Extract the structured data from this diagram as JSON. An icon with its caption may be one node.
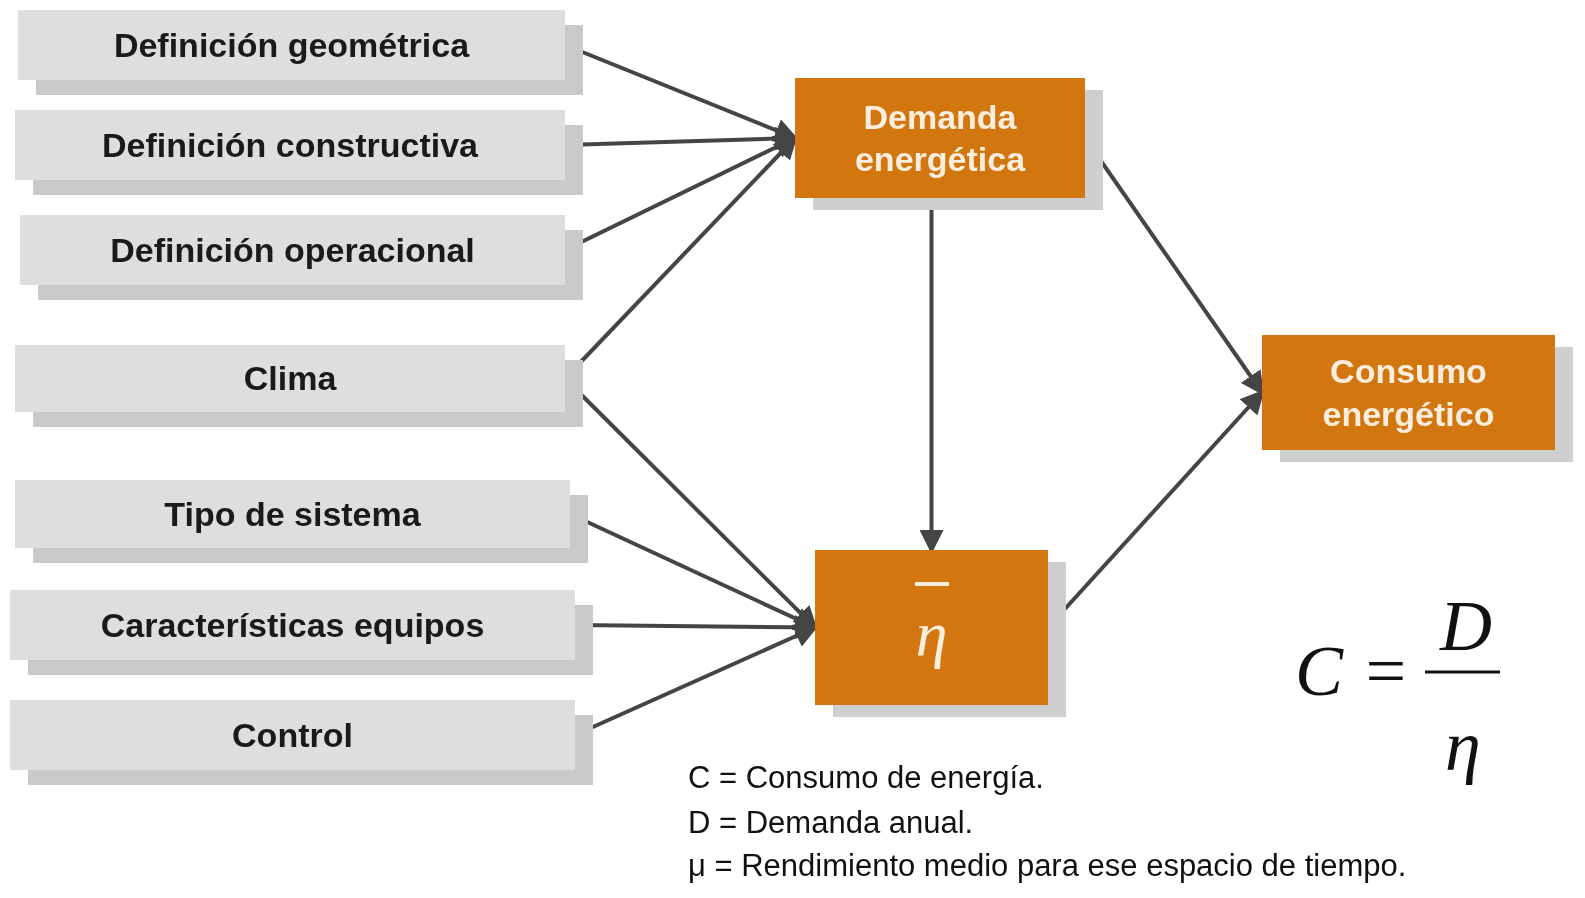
{
  "diagram": {
    "nodes": [
      {
        "text": [
          "Definición geométrica"
        ]
      },
      {
        "text": [
          "Definición constructiva"
        ]
      },
      {
        "text": [
          "Definición operacional"
        ]
      },
      {
        "text": [
          "Clima"
        ]
      },
      {
        "text": [
          "Tipo de sistema"
        ]
      },
      {
        "text": [
          "Características equipos"
        ]
      },
      {
        "text": [
          "Control"
        ]
      },
      {
        "text": [
          "Demanda energética"
        ]
      },
      {
        "text": [
          "η"
        ]
      },
      {
        "text": [
          "Consumo energético"
        ]
      }
    ],
    "edges": [
      {
        "from": 0,
        "to": 7,
        "arrow": "to"
      },
      {
        "from": 1,
        "to": 7,
        "arrow": "to"
      },
      {
        "from": 2,
        "to": 7,
        "arrow": "to"
      },
      {
        "from": 3,
        "to": 7,
        "arrow": "to"
      },
      {
        "from": 3,
        "to": 8,
        "arrow": "to"
      },
      {
        "from": 4,
        "to": 8,
        "arrow": "to"
      },
      {
        "from": 5,
        "to": 8,
        "arrow": "to"
      },
      {
        "from": 6,
        "to": 8,
        "arrow": "to"
      },
      {
        "from": 7,
        "to": 8,
        "arrow": "to"
      },
      {
        "from": 7,
        "to": 9,
        "arrow": "to"
      },
      {
        "from": 8,
        "to": 9,
        "arrow": "to"
      }
    ],
    "labels": [
      "C =",
      "D",
      "η",
      "C = Consumo de energía.",
      "D = Demanda anual.",
      "μ = Rendimiento medio para ese espacio de tiempo."
    ]
  }
}
